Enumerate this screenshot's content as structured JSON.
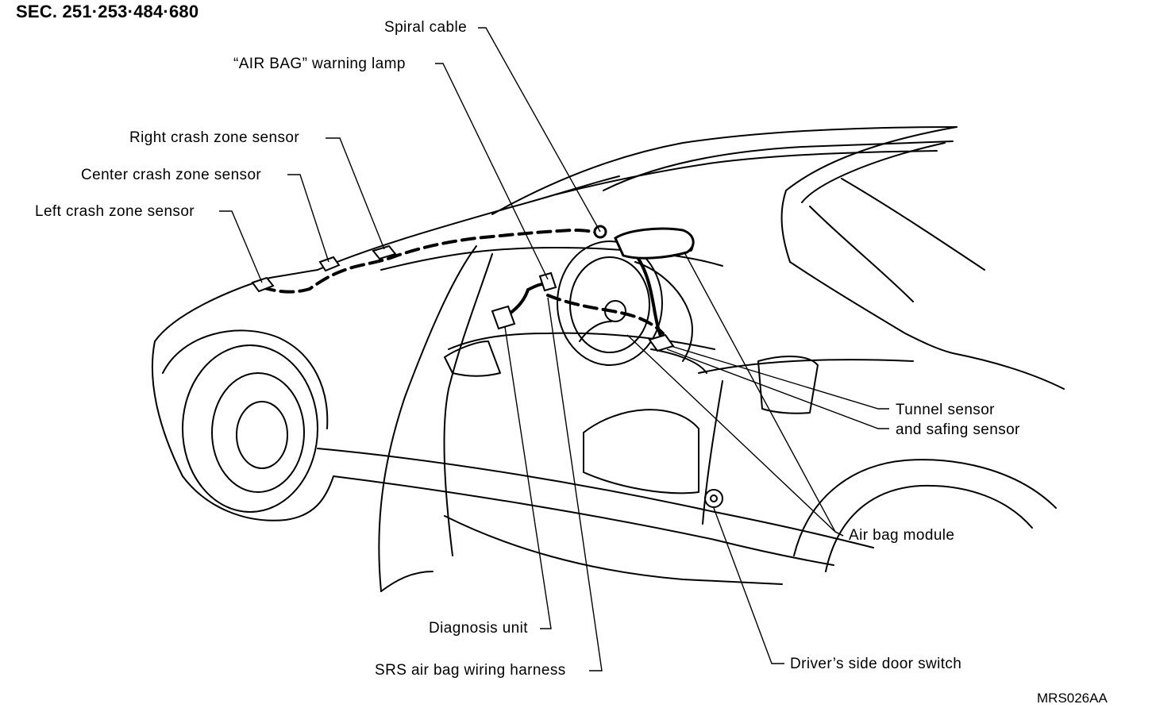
{
  "section_code": "SEC. 251·253·484·680",
  "figure_code": "MRS026AA",
  "components": [
    {
      "id": "spiral_cable",
      "label": "Spiral cable"
    },
    {
      "id": "warning_lamp",
      "label": "“AIR BAG” warning lamp"
    },
    {
      "id": "right_sensor",
      "label": "Right crash zone sensor"
    },
    {
      "id": "center_sensor",
      "label": "Center crash zone sensor"
    },
    {
      "id": "left_sensor",
      "label": "Left crash zone sensor"
    },
    {
      "id": "tunnel_sensor",
      "label": "Tunnel sensor"
    },
    {
      "id": "safing_sensor",
      "label": "and safing sensor"
    },
    {
      "id": "air_bag_module",
      "label": "Air bag module"
    },
    {
      "id": "diagnosis_unit",
      "label": "Diagnosis unit"
    },
    {
      "id": "wiring_harness",
      "label": "SRS air bag wiring harness"
    },
    {
      "id": "door_switch",
      "label": "Driver’s side door switch"
    }
  ]
}
